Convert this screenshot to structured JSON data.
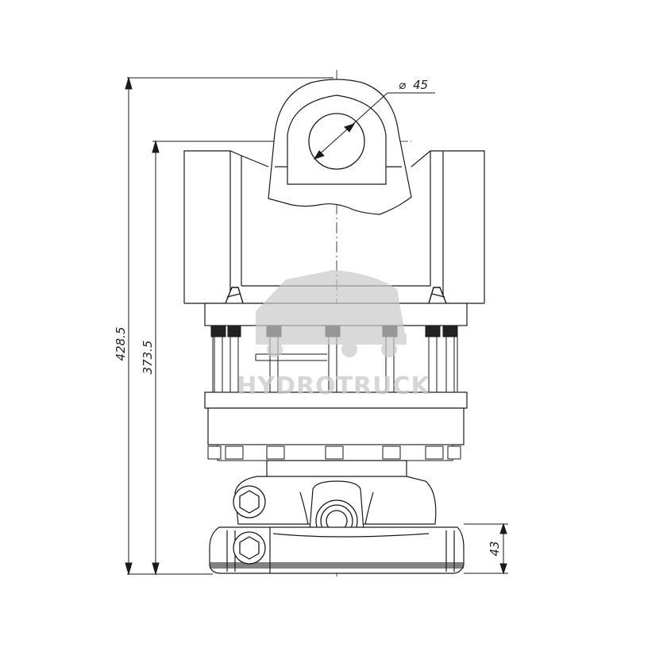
{
  "dimensions": {
    "overall_height": "428.5",
    "pin_height": "373.5",
    "pin_diameter": "45",
    "diameter_symbol": "⌀",
    "base_height": "43"
  },
  "watermark": {
    "text": "HYDROTRUCK",
    "color": "#c9c9c9"
  },
  "colors": {
    "line": "#1a1a1a",
    "dark_fill": "#222222"
  }
}
